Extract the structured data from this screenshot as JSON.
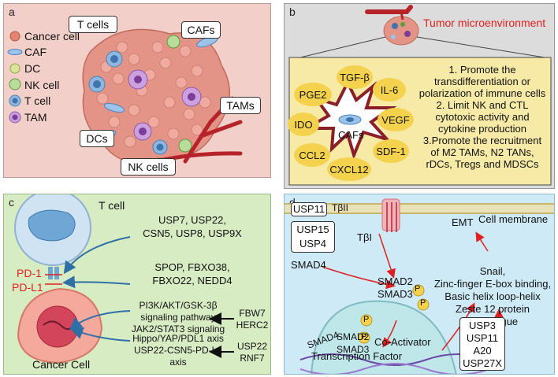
{
  "panel_a": {
    "letter": "a",
    "legend": [
      "Cancer cell",
      "CAF",
      "DC",
      "NK cell",
      "T cell",
      "TAM"
    ],
    "callouts": {
      "t_cells": "T cells",
      "cafs": "CAFs",
      "tams": "TAMs",
      "dcs": "DCs",
      "nk_cells": "NK cells"
    }
  },
  "panel_b": {
    "letter": "b",
    "title": "Tumor microenvironment",
    "factors": [
      "TGF-β",
      "IL-6",
      "PGE2",
      "VEGF",
      "IDO",
      "SDF-1",
      "CCL2",
      "CXCL12"
    ],
    "center_label": "CAFs",
    "points": [
      "1. Promote the",
      "transdifferentiation or",
      "polarization of immune cells",
      "2. Limit NK and CTL",
      "cytotoxic activity and",
      "cytokine production",
      "3.Promote the recruitment",
      "of M2 TAMs, N2 TANs,",
      "rDCs, Tregs and MDSCs"
    ]
  },
  "panel_c": {
    "letter": "c",
    "t_cell_label": "T cell",
    "pd1": "PD-1",
    "pdl1": "PD-L1",
    "cancer_cell_label": "Cancer Cell",
    "group1": [
      "USP7, USP22,",
      "CSN5, USP8, USP9X"
    ],
    "group2": [
      "SPOP, FBXO38,",
      "FBXO22, NEDD4"
    ],
    "group3": [
      "PI3K/AKT/GSK-3β",
      "signaling pathway",
      "JAK2/STAT3 signaling"
    ],
    "group3_regulators": [
      "FBW7",
      "HERC2"
    ],
    "group4": [
      "Hippo/YAP/PDL1 axis",
      "USP22-CSN5-PD-L1",
      "axis"
    ],
    "group4_regulators": [
      "USP22",
      "RNF7"
    ]
  },
  "panel_d": {
    "letter": "d",
    "usp11_top": "USP11",
    "tbrii": "TβII",
    "usp15": "USP15",
    "usp4": "USP4",
    "tbri": "TβI",
    "emt": "EMT",
    "cell_membrane": "Cell membrane",
    "smad2": "SMAD2",
    "smad3": "SMAD3",
    "smad4": "SMAD4",
    "p": "P",
    "snail_text": [
      "Snail,",
      "Zinc-finger E-box binding,",
      "Basic helix loop-helix",
      "Zeste 12 protein homologue"
    ],
    "nuclear_smad4": "SMAD4",
    "nuclear_smad2": "SMAD2",
    "nuclear_smad3": "SMAD3",
    "co_activator": "Co-Activator",
    "transcription_factor": "Transcription Factor",
    "dubs": [
      "USP3",
      "USP11",
      "A20",
      "USP27X"
    ]
  },
  "colors": {
    "panel_a_bg": "#f2cfc8",
    "panel_b_bg": "#dcdcdc",
    "panel_c_bg": "#d8ecc4",
    "panel_d_bg": "#cdeaf6",
    "accent_red": "#e02020",
    "arrow_blue": "#2e6fa8",
    "factor_yellow": "#f4d24e"
  }
}
